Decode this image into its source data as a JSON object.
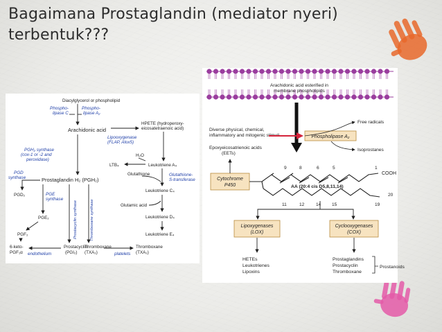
{
  "slide": {
    "title_line1": "Bagaimana Prostaglandin (mediator nyeri)",
    "title_line2": "terbentuk???"
  },
  "left_diagram": {
    "source": "Diacylglycerol or phospholipid",
    "plc": [
      "Phospho-",
      "lipase C"
    ],
    "pla2": [
      "Phospho-",
      "lipase A₂"
    ],
    "arachidonic": "Arachidonic acid",
    "hpete": [
      "HPETE (hydroperoxy-",
      "eicosatetraenoic acid)"
    ],
    "lipoxygenase": [
      "Lipooxygenase",
      "(FLAP, Alox5)"
    ],
    "h2o": "H₂O",
    "pgh_synthase": [
      "PGH₂ synthase",
      "(cox-1 or -2 and",
      "peroxidase)"
    ],
    "ltb4": "LTB₄",
    "lta4": "Leukotriene A₄",
    "glutathione": "Glutathione",
    "glut_transferase": [
      "Glutathione-",
      "S-transferase"
    ],
    "pgd_synthase": [
      "PGD",
      "synthase"
    ],
    "pgh2": "Prostaglandin H₂ (PGH₂)",
    "pgd2": "PGD₂",
    "ltc4": "Leukotriene C₄",
    "pge_synthase": [
      "PGE",
      "synthase"
    ],
    "prostacyclin_synthase": "Prostacyclin synthase",
    "thromboxane_synthase": "Thromboxane synthase",
    "glutamic": "Glutamic acid",
    "ltd4": "Leukotriene D₄",
    "pge2": "PGE₂",
    "lte4": "Leukotriene E₄",
    "pgf2": "PGF₂",
    "keto": [
      "6-keto-",
      "PGF₁α"
    ],
    "endothelium": "endothelium",
    "prostacyclin": [
      "Prostacyclin",
      "(PGI₂)"
    ],
    "thromboxane1": [
      "Thromboxane",
      "(TXA₂)"
    ],
    "platelets": "platelets",
    "thromboxane2": [
      "Thromboxane",
      "(TXA₂)"
    ]
  },
  "right_diagram": {
    "membrane": [
      "Arachidonic acid esterified in",
      "membrane phospholipids"
    ],
    "stimuli": [
      "Diverse physical, chemical,",
      "inflammatory and mitogenic stimuli"
    ],
    "free_radicals": "Free radicals",
    "phospholipase": "Phospholipase A₂",
    "isoprostanes": "Isoprostanes",
    "eets": [
      "Epoxyeicosatrienoic acids",
      "(EETs)"
    ],
    "cytochrome": [
      "Cytochrome",
      "P450"
    ],
    "top_numbers": [
      "9",
      "8",
      "6",
      "5",
      "1"
    ],
    "cooh": "COOH",
    "aa_label": "AA (20:4 cis D5,8,11,14)",
    "bottom_numbers": [
      "11",
      "12",
      "14",
      "15",
      "19"
    ],
    "num20": "20",
    "lox": [
      "Lipoxygenases",
      "(LOX)"
    ],
    "cox": [
      "Cyclooxygenases",
      "(COX)"
    ],
    "lox_products": [
      "HETEs",
      "Leukotrienes",
      "Lipoxins"
    ],
    "cox_products": [
      "Prostaglandins",
      "Prostacyclin",
      "Thromboxane"
    ],
    "prostanoids": "Prostanoids"
  },
  "colors": {
    "title": "#2d2d2d",
    "left_blue": "#1f3fa8",
    "membrane_head": "#9a3d9e",
    "box_fill": "#f7e3c0",
    "box_stroke": "#b88a3c",
    "red_arrow": "#d4233a",
    "orange_hand": "#e8692b",
    "pink_hand": "#e45aa8"
  }
}
